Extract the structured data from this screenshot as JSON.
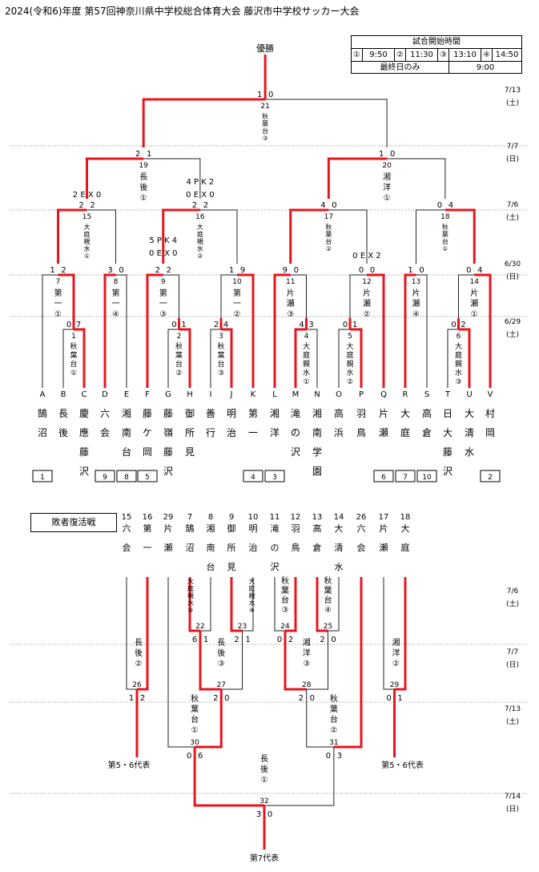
{
  "header": {
    "title": "2024(令和6)年度 第57回神奈川県中学校総合体育大会 藤沢市中学校サッカー大会",
    "winner_label": "優勝"
  },
  "schedule": {
    "title": "試合開始時間",
    "slots": [
      {
        "mark": "①",
        "time": "9:50"
      },
      {
        "mark": "②",
        "time": "11:30"
      },
      {
        "mark": "③",
        "time": "13:10"
      },
      {
        "mark": "④",
        "time": "14:50"
      }
    ],
    "final_label": "最終日のみ",
    "final_time": "9:00"
  },
  "dates": [
    {
      "date": "7/13",
      "day": "(土)"
    },
    {
      "date": "7/7",
      "day": "(日)"
    },
    {
      "date": "7/6",
      "day": "(土)"
    },
    {
      "date": "6/30",
      "day": "(日)"
    },
    {
      "date": "6/29",
      "day": "(土)"
    }
  ],
  "loser_dates": [
    {
      "date": "7/6",
      "day": "(土)"
    },
    {
      "date": "7/7",
      "day": "(日)"
    },
    {
      "date": "7/13",
      "day": "(土)"
    },
    {
      "date": "7/14",
      "day": "(日)"
    }
  ],
  "teams": [
    {
      "letter": "A",
      "name": "鵠沼",
      "seed": "1"
    },
    {
      "letter": "B",
      "name": "長後",
      "seed": ""
    },
    {
      "letter": "C",
      "name": "慶應藤沢",
      "seed": ""
    },
    {
      "letter": "D",
      "name": "六会",
      "seed": "9"
    },
    {
      "letter": "E",
      "name": "湘南台",
      "seed": "8"
    },
    {
      "letter": "F",
      "name": "藤ケ岡",
      "seed": "5"
    },
    {
      "letter": "G",
      "name": "藤嶺藤沢",
      "seed": ""
    },
    {
      "letter": "H",
      "name": "御所見",
      "seed": ""
    },
    {
      "letter": "I",
      "name": "善行",
      "seed": ""
    },
    {
      "letter": "J",
      "name": "明治",
      "seed": ""
    },
    {
      "letter": "K",
      "name": "第一",
      "seed": "4"
    },
    {
      "letter": "L",
      "name": "湘洋",
      "seed": "3"
    },
    {
      "letter": "M",
      "name": "滝の沢",
      "seed": ""
    },
    {
      "letter": "N",
      "name": "湘南学園",
      "seed": ""
    },
    {
      "letter": "O",
      "name": "高浜",
      "seed": ""
    },
    {
      "letter": "P",
      "name": "羽鳥",
      "seed": ""
    },
    {
      "letter": "Q",
      "name": "片瀬",
      "seed": "6"
    },
    {
      "letter": "R",
      "name": "大庭",
      "seed": "7"
    },
    {
      "letter": "S",
      "name": "高倉",
      "seed": "10"
    },
    {
      "letter": "T",
      "name": "日大藤沢",
      "seed": ""
    },
    {
      "letter": "U",
      "name": "大清水",
      "seed": ""
    },
    {
      "letter": "V",
      "name": "村岡",
      "seed": "2"
    }
  ],
  "matches": {
    "m1": {
      "no": "1",
      "venue": "秋葉台①",
      "score_l": "0",
      "score_r": "7"
    },
    "m2": {
      "no": "2",
      "venue": "秋葉台②",
      "score_l": "0",
      "score_r": "1"
    },
    "m3": {
      "no": "3",
      "venue": "秋葉台③",
      "score_l": "2",
      "score_r": "4"
    },
    "m4": {
      "no": "4",
      "venue": "大庭親水①",
      "score_l": "4",
      "score_r": "3"
    },
    "m5": {
      "no": "5",
      "venue": "大庭親水②",
      "score_l": "0",
      "score_r": "1"
    },
    "m6": {
      "no": "6",
      "venue": "大庭親水③",
      "score_l": "0",
      "score_r": "2"
    },
    "m7": {
      "no": "7",
      "venue": "第一①",
      "score_l": "1",
      "score_r": "2"
    },
    "m8": {
      "no": "8",
      "venue": "第一④",
      "score_l": "3",
      "score_r": "0"
    },
    "m9": {
      "no": "9",
      "venue": "第一③",
      "score_l": "2",
      "score_r": "2",
      "note": "5 P K 4",
      "note2": "0 E X 0"
    },
    "m10": {
      "no": "10",
      "venue": "第一②",
      "score_l": "1",
      "score_r": "9"
    },
    "m11": {
      "no": "11",
      "venue": "片瀬③",
      "score_l": "9",
      "score_r": "0"
    },
    "m12": {
      "no": "12",
      "venue": "片瀬②",
      "score_l": "0",
      "score_r": "0",
      "note": "0 E X 2"
    },
    "m13": {
      "no": "13",
      "venue": "片瀬④",
      "score_l": "1",
      "score_r": "0"
    },
    "m14": {
      "no": "14",
      "venue": "片瀬①",
      "score_l": "0",
      "score_r": "4"
    },
    "m15": {
      "no": "15",
      "venue": "大庭親水①",
      "score_l": "2",
      "score_r": "2",
      "note": "2 E X 0"
    },
    "m16": {
      "no": "16",
      "venue": "大庭親水②",
      "score_l": "2",
      "score_r": "2",
      "note": "4 P K 2",
      "note2": "0 E X 0"
    },
    "m17": {
      "no": "17",
      "venue": "秋葉台②",
      "score_l": "4",
      "score_r": "0"
    },
    "m18": {
      "no": "18",
      "venue": "秋葉台①",
      "score_l": "0",
      "score_r": "4"
    },
    "m19": {
      "no": "19",
      "venue": "長後①",
      "score_l": "2",
      "score_r": "1"
    },
    "m20": {
      "no": "20",
      "venue": "湘洋①",
      "score_l": "1",
      "score_r": "0"
    },
    "m21": {
      "no": "21",
      "venue": "秋葉台③",
      "score_l": "1",
      "score_r": "0"
    }
  },
  "losers": {
    "title": "敗者復活戦",
    "entries": [
      {
        "no": "15",
        "name": "六会"
      },
      {
        "no": "16",
        "name": "第一"
      },
      {
        "no": "29",
        "name": "片瀬"
      },
      {
        "no": "7",
        "name": "鵠沼"
      },
      {
        "no": "8",
        "name": "湘南台"
      },
      {
        "no": "9",
        "name": "御所見"
      },
      {
        "no": "10",
        "name": "明治"
      },
      {
        "no": "11",
        "name": "滝の沢"
      },
      {
        "no": "12",
        "name": "羽鳥"
      },
      {
        "no": "13",
        "name": "高倉"
      },
      {
        "no": "14",
        "name": "大清水"
      },
      {
        "no": "26",
        "name": "六会"
      },
      {
        "no": "17",
        "name": "片瀬"
      },
      {
        "no": "18",
        "name": "大庭"
      }
    ],
    "m22": {
      "no": "22",
      "venue": "大庭親水③",
      "score_l": "6",
      "score_r": "1"
    },
    "m23": {
      "no": "23",
      "venue": "大庭親水④",
      "score_l": "2",
      "score_r": "1"
    },
    "m24": {
      "no": "24",
      "venue": "秋葉台③",
      "score_l": "0",
      "score_r": "2"
    },
    "m25": {
      "no": "25",
      "venue": "秋葉台④",
      "score_l": "2",
      "score_r": "0"
    },
    "m26": {
      "no": "26",
      "venue": "長後②",
      "score_l": "1",
      "score_r": "2"
    },
    "m27": {
      "no": "27",
      "venue": "長後③",
      "score_l": "2",
      "score_r": "0"
    },
    "m28": {
      "no": "28",
      "venue": "湘洋③",
      "score_l": "2",
      "score_r": "0"
    },
    "m29": {
      "no": "29",
      "venue": "湘洋②",
      "score_l": "0",
      "score_r": "1"
    },
    "m30": {
      "no": "30",
      "venue": "秋葉台①",
      "score_l": "0",
      "score_r": "6"
    },
    "m31": {
      "no": "31",
      "venue": "秋葉台②",
      "score_l": "0",
      "score_r": "3"
    },
    "m32": {
      "no": "32",
      "venue": "長後①",
      "score_l": "3",
      "score_r": "0"
    },
    "rep56_left": "第5・6代表",
    "rep56_right": "第5・6代表",
    "rep7": "第7代表"
  },
  "colors": {
    "win": "#e8141e",
    "line": "#222222",
    "dots": "#888888"
  }
}
